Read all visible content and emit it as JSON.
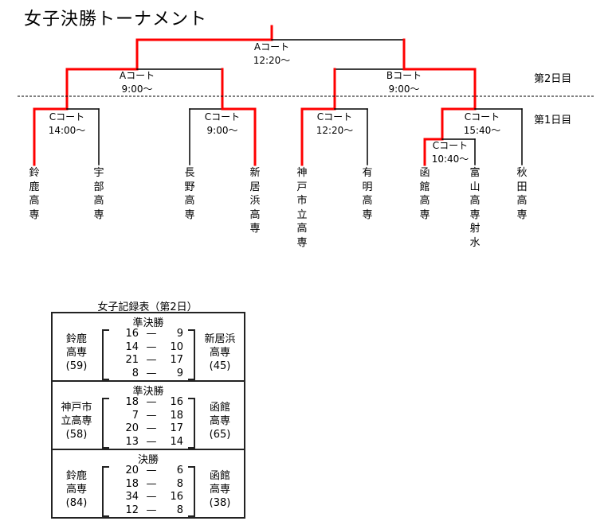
{
  "title": "女子決勝トーナメント",
  "days": {
    "day2": "第2日目",
    "day1": "第1日目"
  },
  "courts": {
    "final": {
      "court": "Aコート",
      "time": "12:20〜"
    },
    "semi_a": {
      "court": "Aコート",
      "time": "9:00〜"
    },
    "semi_b": {
      "court": "Bコート",
      "time": "9:00〜"
    },
    "q1": {
      "court": "Cコート",
      "time": "14:00〜"
    },
    "q2": {
      "court": "Cコート",
      "time": "9:00〜"
    },
    "q3": {
      "court": "Cコート",
      "time": "12:20〜"
    },
    "q4": {
      "court": "Cコート",
      "time": "15:40〜"
    },
    "r1": {
      "court": "Cコート",
      "time": "10:40〜"
    }
  },
  "teams": [
    "鈴鹿高専",
    "宇部高専",
    "長野高専",
    "新居浜高専",
    "神戸市立高専",
    "有明高専",
    "函館高専",
    "富山高専射水",
    "秋田高専"
  ],
  "colors": {
    "winner": "#ff0000",
    "line": "#000000"
  },
  "record": {
    "caption": "女子記録表（第2日）",
    "games": [
      {
        "round": "準決勝",
        "left": {
          "l1": "鈴鹿",
          "l2": "高専",
          "total": "(59)"
        },
        "right": {
          "l1": "新居浜",
          "l2": "高専",
          "total": "(45)"
        },
        "periods": [
          [
            "16",
            "—",
            "9"
          ],
          [
            "14",
            "—",
            "10"
          ],
          [
            "21",
            "—",
            "17"
          ],
          [
            "8",
            "—",
            "9"
          ]
        ]
      },
      {
        "round": "準決勝",
        "left": {
          "l1": "神戸市",
          "l2": "立高専",
          "total": "(58)"
        },
        "right": {
          "l1": "函館",
          "l2": "高専",
          "total": "(65)"
        },
        "periods": [
          [
            "18",
            "—",
            "16"
          ],
          [
            "7",
            "—",
            "18"
          ],
          [
            "20",
            "—",
            "17"
          ],
          [
            "13",
            "—",
            "14"
          ]
        ]
      },
      {
        "round": "決勝",
        "left": {
          "l1": "鈴鹿",
          "l2": "高専",
          "total": "(84)"
        },
        "right": {
          "l1": "函館",
          "l2": "高専",
          "total": "(38)"
        },
        "periods": [
          [
            "20",
            "—",
            "6"
          ],
          [
            "18",
            "—",
            "8"
          ],
          [
            "34",
            "—",
            "16"
          ],
          [
            "12",
            "—",
            "8"
          ]
        ]
      }
    ]
  }
}
